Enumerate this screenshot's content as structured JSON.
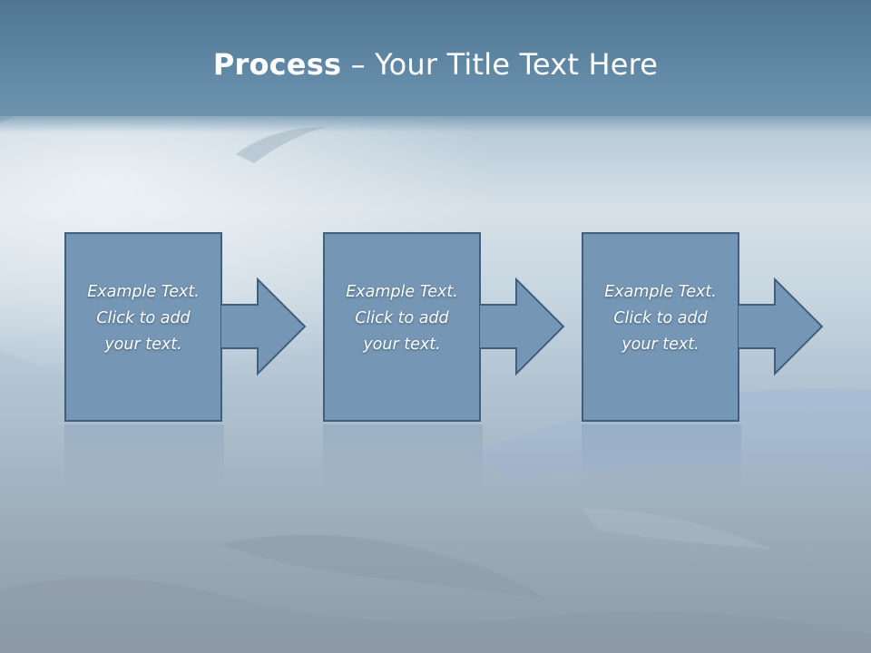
{
  "slide": {
    "title_bold": "Process",
    "title_rest": " – Your Title Text Here"
  },
  "steps": [
    {
      "text": "Example Text.\nClick  to add\nyour text."
    },
    {
      "text": "Example Text.\nClick  to add\nyour text."
    },
    {
      "text": "Example Text.\nClick  to add\nyour text."
    }
  ],
  "colors": {
    "box_fill": "#7597b5",
    "box_stroke": "#3f5f7c",
    "title_bar": "#5f87a4",
    "text": "#ffffff"
  }
}
